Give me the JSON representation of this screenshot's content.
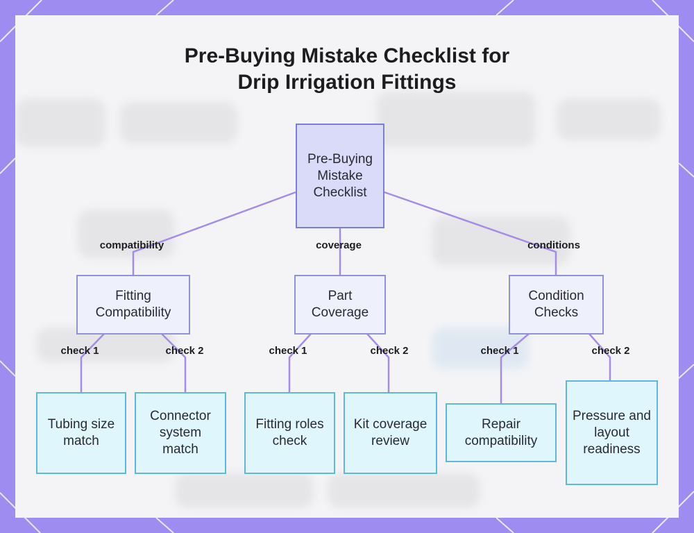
{
  "title": {
    "line1": "Pre-Buying Mistake Checklist for",
    "line2": "Drip Irrigation Fittings"
  },
  "colors": {
    "frame": "#9f8cf0",
    "edge": "#a58be8",
    "root_fill": "#d9dbf8",
    "mid_fill": "#eef1fc",
    "leaf_fill": "#e0f6fd",
    "leaf_border": "#5fb8dc"
  },
  "diagram": {
    "root": "Pre-Buying Mistake Checklist",
    "branches": [
      {
        "edge_label": "compatibility",
        "node": "Fitting Compatibility",
        "children": [
          {
            "edge_label": "check 1",
            "node": "Tubing size match"
          },
          {
            "edge_label": "check 2",
            "node": "Connector system match"
          }
        ]
      },
      {
        "edge_label": "coverage",
        "node": "Part Coverage",
        "children": [
          {
            "edge_label": "check 1",
            "node": "Fitting roles check"
          },
          {
            "edge_label": "check 2",
            "node": "Kit coverage review"
          }
        ]
      },
      {
        "edge_label": "conditions",
        "node": "Condition Checks",
        "children": [
          {
            "edge_label": "check 1",
            "node": "Repair compatibility"
          },
          {
            "edge_label": "check 2",
            "node": "Pressure and layout readiness"
          }
        ]
      }
    ]
  }
}
